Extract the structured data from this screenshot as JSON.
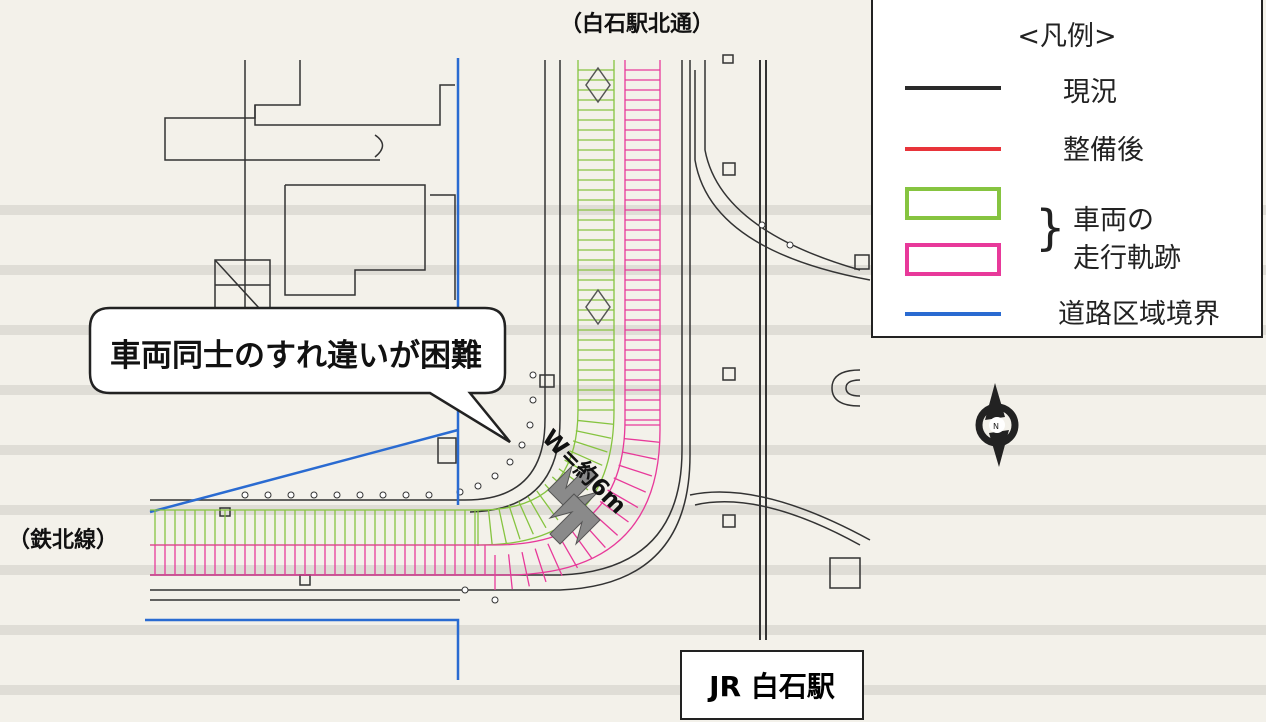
{
  "map": {
    "street_north": "（白石駅北通）",
    "street_west": "（鉄北線）",
    "station": "JR 白石駅",
    "callout": "車両同士のすれ違いが困難",
    "width_note": "W=約6m"
  },
  "legend": {
    "title": "<凡例>",
    "items": [
      {
        "label": "現況",
        "color": "#2a2a2a",
        "style": "line"
      },
      {
        "label": "整備後",
        "color": "#e8343a",
        "style": "line"
      },
      {
        "label": "車両の",
        "label2": "走行軌跡",
        "color_green": "#86c440",
        "color_pink": "#e8399a",
        "style": "box"
      },
      {
        "label": "道路区域境界",
        "color": "#2a6bd1",
        "style": "line"
      }
    ]
  },
  "colors": {
    "existing": "#2a2a2a",
    "boundary": "#2a6bd1",
    "track_green": "#86c440",
    "track_pink": "#e8399a",
    "arrow": "#8a8a8a"
  }
}
